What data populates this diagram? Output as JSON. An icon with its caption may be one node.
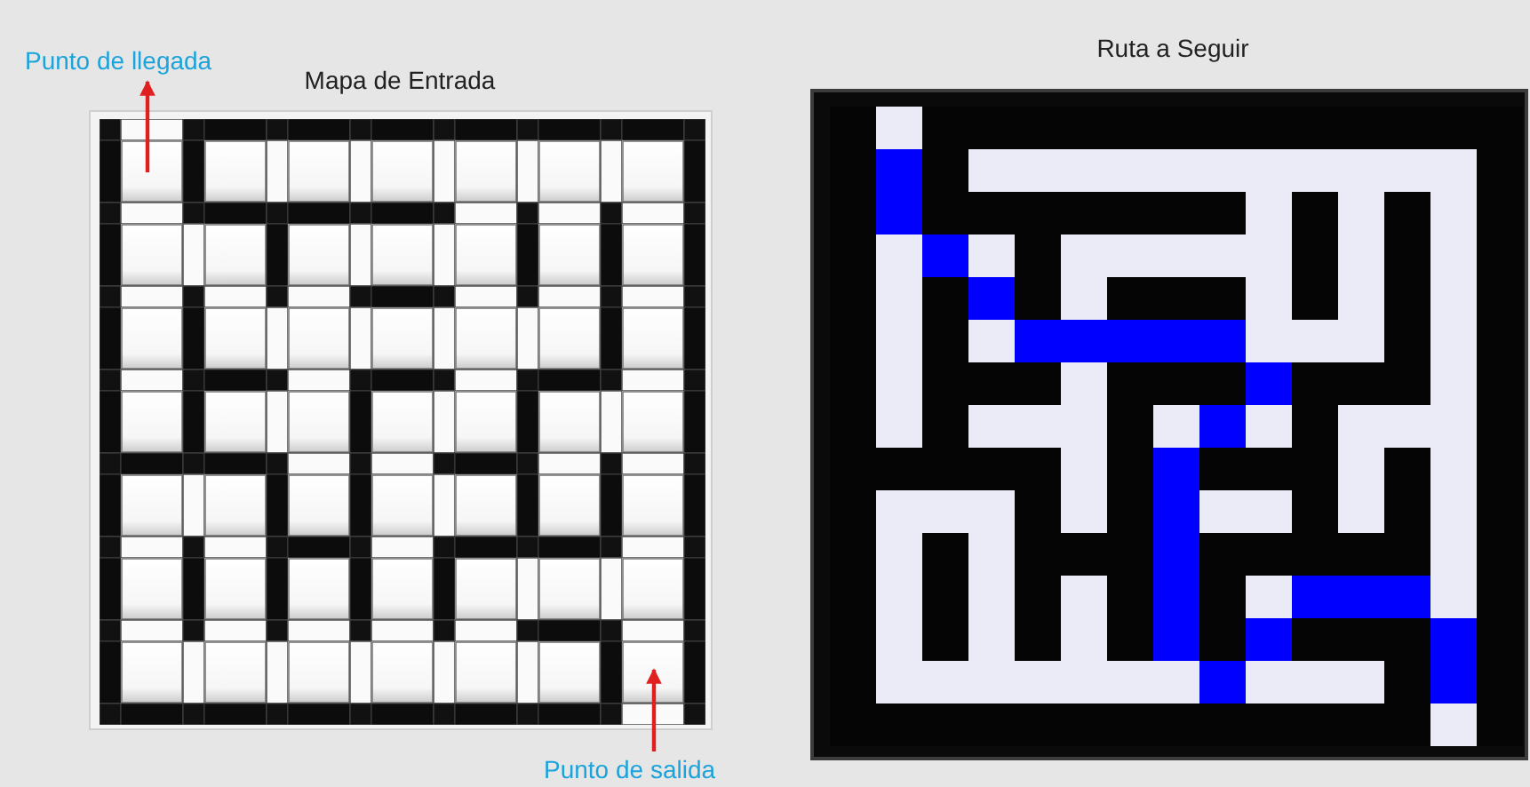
{
  "diagram": {
    "nodes": [
      {
        "text": [
          "Punto de llegada"
        ]
      },
      {
        "text": [
          "Punto de salida"
        ]
      }
    ],
    "edges": [
      {
        "from": null,
        "to": 0,
        "arrow": "to"
      },
      {
        "from": 1,
        "to": null,
        "arrow": "to"
      }
    ],
    "labels": [
      "Mapa de Entrada",
      "Ruta a Seguir"
    ]
  }
}
